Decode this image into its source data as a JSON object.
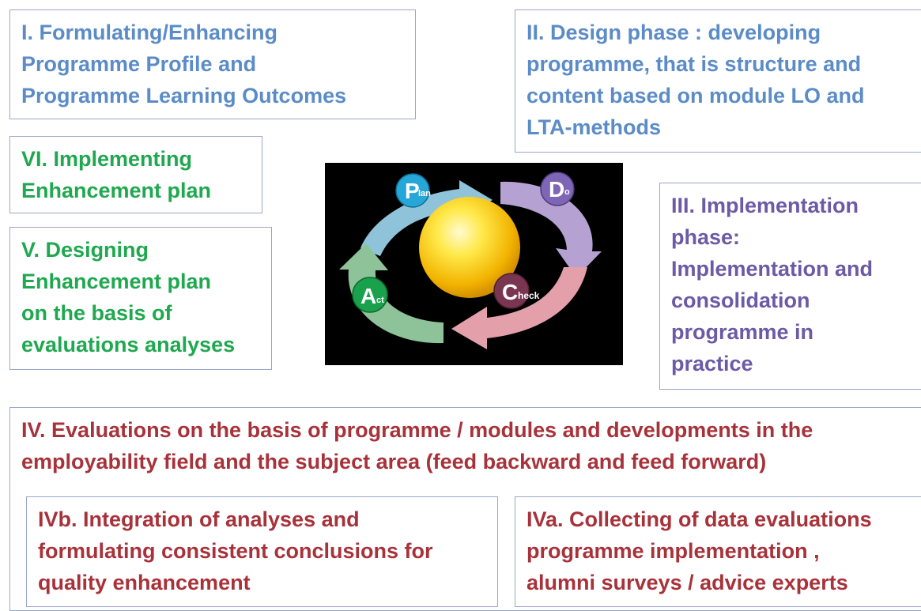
{
  "boxes": {
    "box1": {
      "lines": [
        "I. Formulating/Enhancing",
        "Programme Profile and",
        "Programme Learning Outcomes"
      ]
    },
    "box2": {
      "lines": [
        "II. Design phase : developing",
        "programme, that is structure and",
        "content based on module  LO and",
        "LTA-methods"
      ]
    },
    "box3": {
      "lines": [
        "III. Implementation",
        "phase:",
        "Implementation and",
        "consolidation",
        "programme in",
        "practice"
      ]
    },
    "box4": {
      "lines": [
        "IV. Evaluations on the basis of programme / modules and developments in the",
        "employability field and the subject area  (feed backward and feed forward)"
      ]
    },
    "box4b": {
      "lines": [
        "IVb. Integration of analyses and",
        "formulating consistent conclusions for",
        "quality enhancement"
      ]
    },
    "box4a": {
      "lines": [
        "IVa. Collecting of data evaluations",
        "programme implementation ,",
        "alumni surveys  / advice experts"
      ]
    },
    "box5": {
      "lines": [
        "V. Designing",
        "Enhancement plan",
        "on the basis of",
        "evaluations analyses"
      ]
    },
    "box6": {
      "lines": [
        "VI. Implementing",
        "Enhancement plan"
      ]
    }
  },
  "pdca": {
    "plan": {
      "big": "P",
      "small": "lan"
    },
    "do": {
      "big": "D",
      "small": "o"
    },
    "check": {
      "big": "C",
      "small": "heck"
    },
    "act": {
      "big": "A",
      "small": "ct"
    }
  },
  "colors": {
    "blue": "#5b8cc7",
    "green": "#1fa84f",
    "purple": "#6b5aa6",
    "red": "#a8323a",
    "border": "#9aa6c8"
  }
}
